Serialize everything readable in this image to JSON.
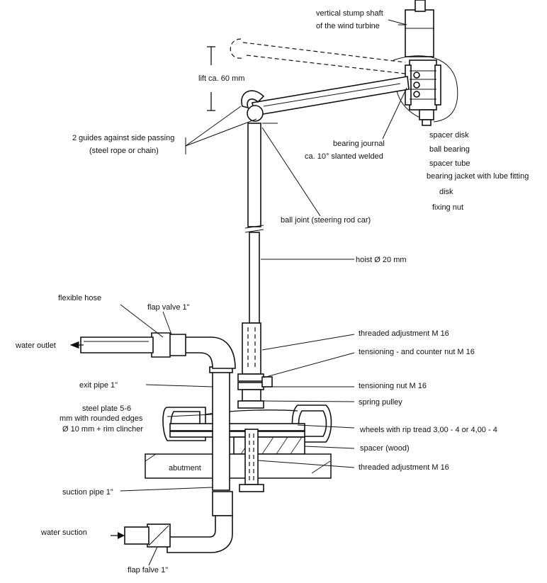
{
  "labels": {
    "vertical_stump_shaft_1": "vertical stump shaft",
    "vertical_stump_shaft_2": "of the wind turbine",
    "lift": "lift ca. 60 mm",
    "guides_1": "2 guides against side passing",
    "guides_2": "(steel rope or chain)",
    "bearing_journal_1": "bearing journal",
    "bearing_journal_2": "ca. 10° slanted welded",
    "spacer_disk": "spacer disk",
    "ball_bearing": "ball bearing",
    "spacer_tube": "spacer tube",
    "bearing_jacket": "bearing jacket with lube fitting",
    "disk": "disk",
    "fixing_nut": "fixing nut",
    "ball_joint": "ball joint (steering rod car)",
    "hoist": "hoist Ø 20 mm",
    "flexible_hose": "flexible hose",
    "flap_valve_top": "flap valve 1\"",
    "water_outlet": "water outlet",
    "threaded_adjustment_top": "threaded adjustment M 16",
    "tensioning_counter_nut": "tensioning - and counter nut M 16",
    "exit_pipe": "exit pipe 1\"",
    "tensioning_nut": "tensioning nut M 16",
    "steel_plate_1": "steel plate 5-6",
    "steel_plate_2": "mm with rounded edges",
    "steel_plate_3": "Ø 10 mm + rim clincher",
    "spring_pulley": "spring pulley",
    "wheels": "wheels with rip tread 3,00 - 4 or 4,00 - 4",
    "spacer_wood": "spacer (wood)",
    "abutment": "abutment",
    "threaded_adjustment_bottom": "threaded adjustment M 16",
    "suction_pipe": "suction pipe 1\"",
    "water_suction": "water suction",
    "flap_valve_bottom": "flap falve 1\""
  }
}
